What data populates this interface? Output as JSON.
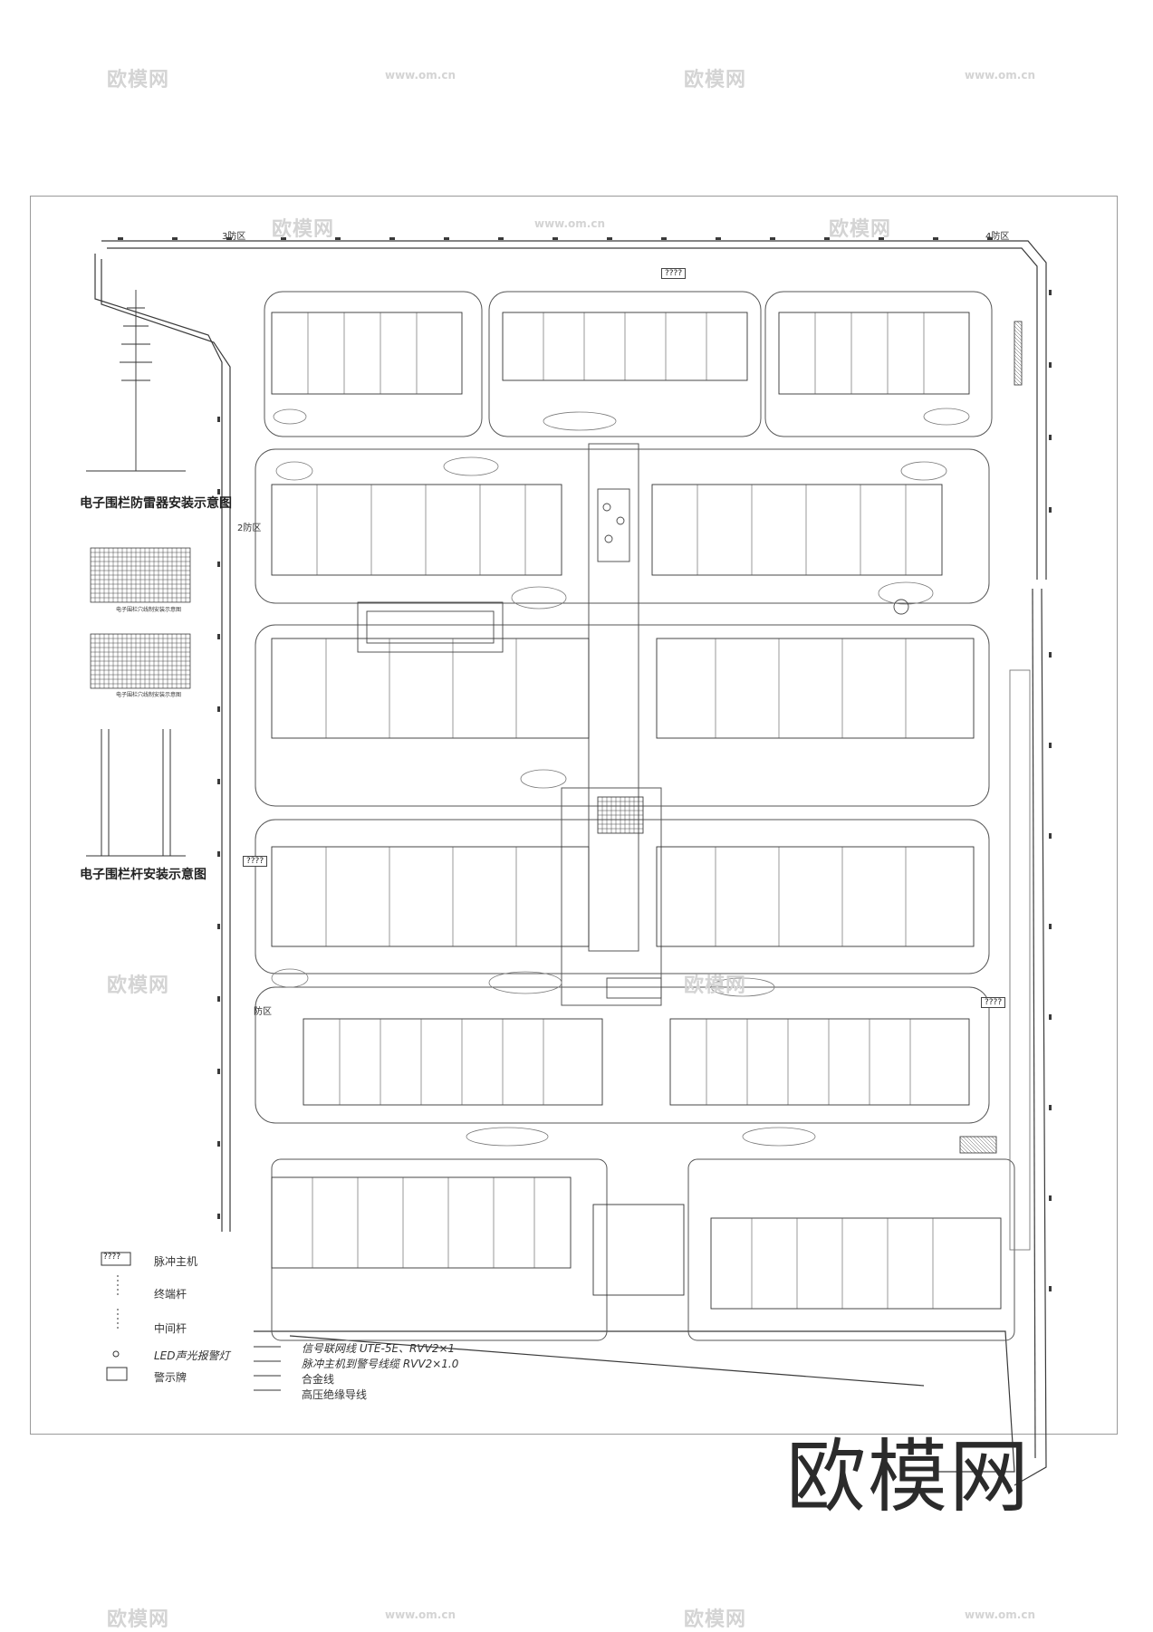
{
  "diagrams": {
    "lightning_arrester_title": "电子围栏防雷器安装示意图",
    "fence_pole_title": "电子围栏杆安装示意图",
    "detail_1_title": "电子围栏穴线制安装示意图",
    "detail_2_title": "电子围栏穴线制安装示意图"
  },
  "zones": {
    "zone_3": "3防区",
    "zone_4": "4防区",
    "zone_2": "2防区",
    "zone_1": "防区"
  },
  "host_placeholder": "????",
  "legend": {
    "pulse_host": "脉冲主机",
    "terminal_pole": "终端杆",
    "middle_pole": "中间杆",
    "led_alarm": "LED声光报警灯",
    "warning_sign": "警示牌",
    "signal_cable": "信号联网线 UTE-5E、RVV2×1",
    "alarm_cable": "脉冲主机到警号线缆 RVV2×1.0",
    "alloy_wire": "合金线",
    "hv_wire": "高压绝缘导线"
  },
  "watermark": {
    "brand": "欧模网",
    "url": "www.om.cn"
  },
  "colors": {
    "line": "#3a3a3a",
    "light_line": "#8a8a8a",
    "background": "#ffffff",
    "watermark": "#d4d4d4"
  }
}
